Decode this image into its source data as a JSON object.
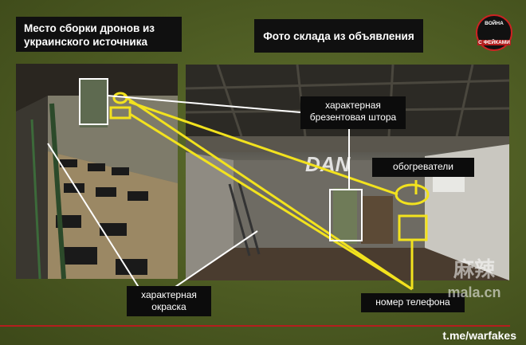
{
  "header": {
    "left_title": "Место сборки дронов из украинского источника",
    "right_title": "Фото склада из объявления"
  },
  "labels": {
    "curtain": "характерная брезентовая штора",
    "heaters": "обогреватели",
    "paint": "характерная окраска",
    "phone": "номер телефона"
  },
  "footer": {
    "link": "t.me/warfakes"
  },
  "logo": {
    "top": "ВОЙНА",
    "bottom": "С ФЕЙКАМИ"
  },
  "photo_watermark": "DAN",
  "watermark": {
    "line1": "麻辣",
    "line2": "mala.cn"
  },
  "colors": {
    "highlight": "#f2e21e",
    "outline": "#ffffff",
    "footer_line": "#b41e1e",
    "background": "#4c5a22"
  }
}
